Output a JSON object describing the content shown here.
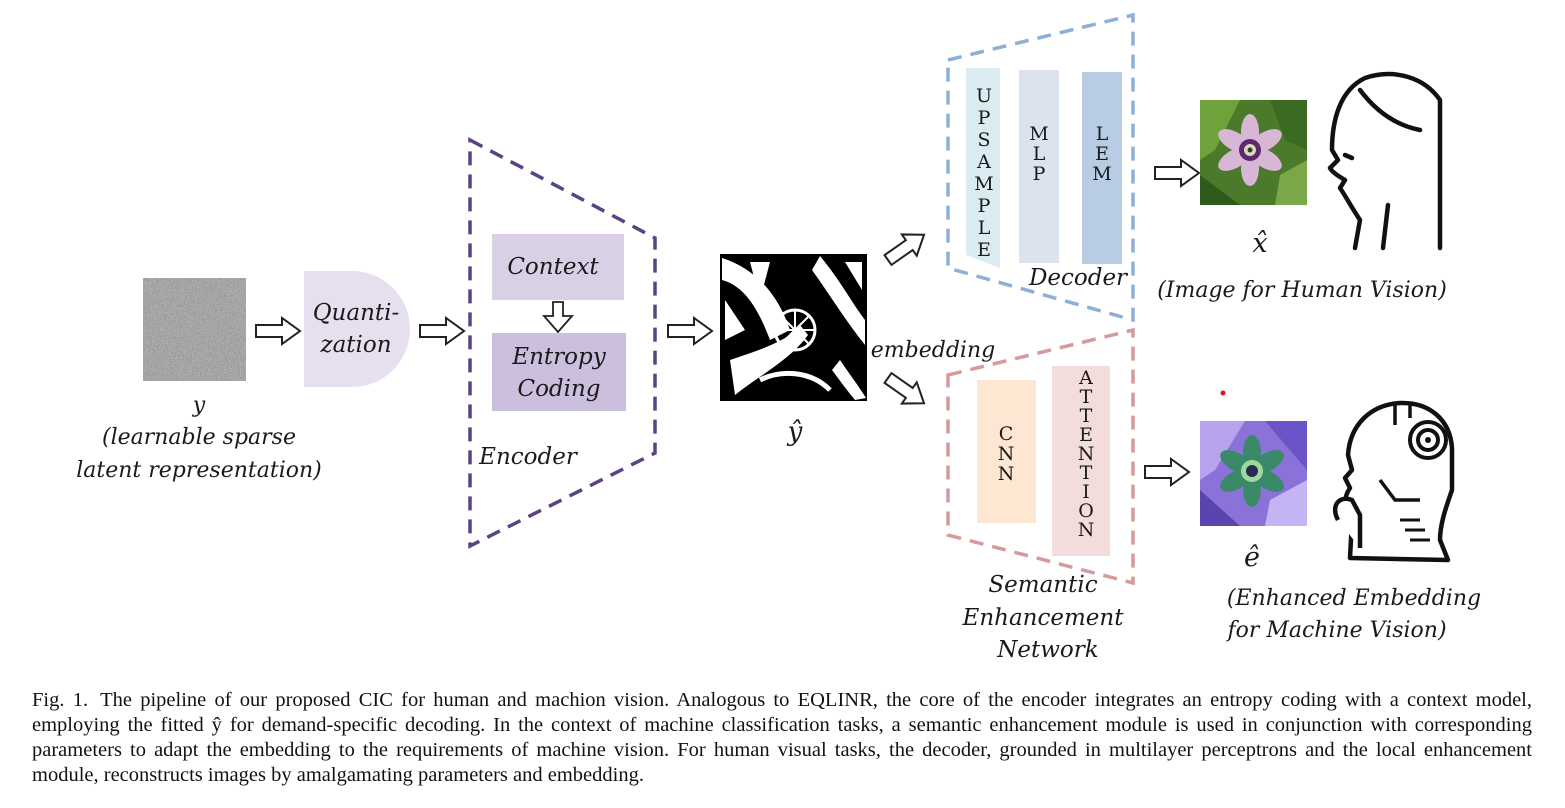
{
  "diagram": {
    "latent": {
      "symbol": "y",
      "line1": "(learnable sparse",
      "line2": "latent representation)"
    },
    "quantization": {
      "line1": "Quanti-",
      "line2": "zation"
    },
    "encoder": {
      "label": "Encoder",
      "context": "Context",
      "entropy_line1": "Entropy",
      "entropy_line2": "Coding"
    },
    "y_hat": {
      "symbol": "ŷ"
    },
    "embedding_label": "embedding",
    "decoder": {
      "label": "Decoder",
      "block1": "UPSAMPLE",
      "block2": "MLP",
      "block3": "LEM"
    },
    "sen": {
      "line1": "Semantic",
      "line2": "Enhancement",
      "line3": "Network",
      "block1": "CNN",
      "block2": "ATTENTION"
    },
    "x_hat": {
      "symbol": "x̂",
      "caption": "(Image for Human Vision)"
    },
    "e_hat": {
      "symbol": "ê",
      "line1": "(Enhanced Embedding",
      "line2": "for Machine Vision)"
    },
    "colors": {
      "encoder_dash": "#5b4285",
      "decoder_dash": "#8eb0d6",
      "sen_dash": "#d69a9a",
      "context_fill": "#d9d0e5",
      "entropy_fill": "#cbbfdd",
      "quant_fill": "#e6dff0",
      "upsample_fill": "#daebf2",
      "mlp_fill": "#dae3ee",
      "lem_fill": "#b8cce3",
      "cnn_fill": "#fde6d2",
      "attention_fill": "#f2dcdc"
    }
  },
  "caption": {
    "label": "Fig. 1.",
    "text": "The pipeline of our proposed CIC for human and machion vision. Analogous to EQLINR, the core of the encoder integrates an entropy coding with a context model, employing the fitted ŷ for demand-specific decoding. In the context of machine classification tasks, a semantic enhancement module is used in conjunction with corresponding parameters to adapt the embedding to the requirements of machine vision. For human visual tasks, the decoder, grounded in multilayer perceptrons and the local enhancement module, reconstructs images by amalgamating parameters and embedding."
  }
}
